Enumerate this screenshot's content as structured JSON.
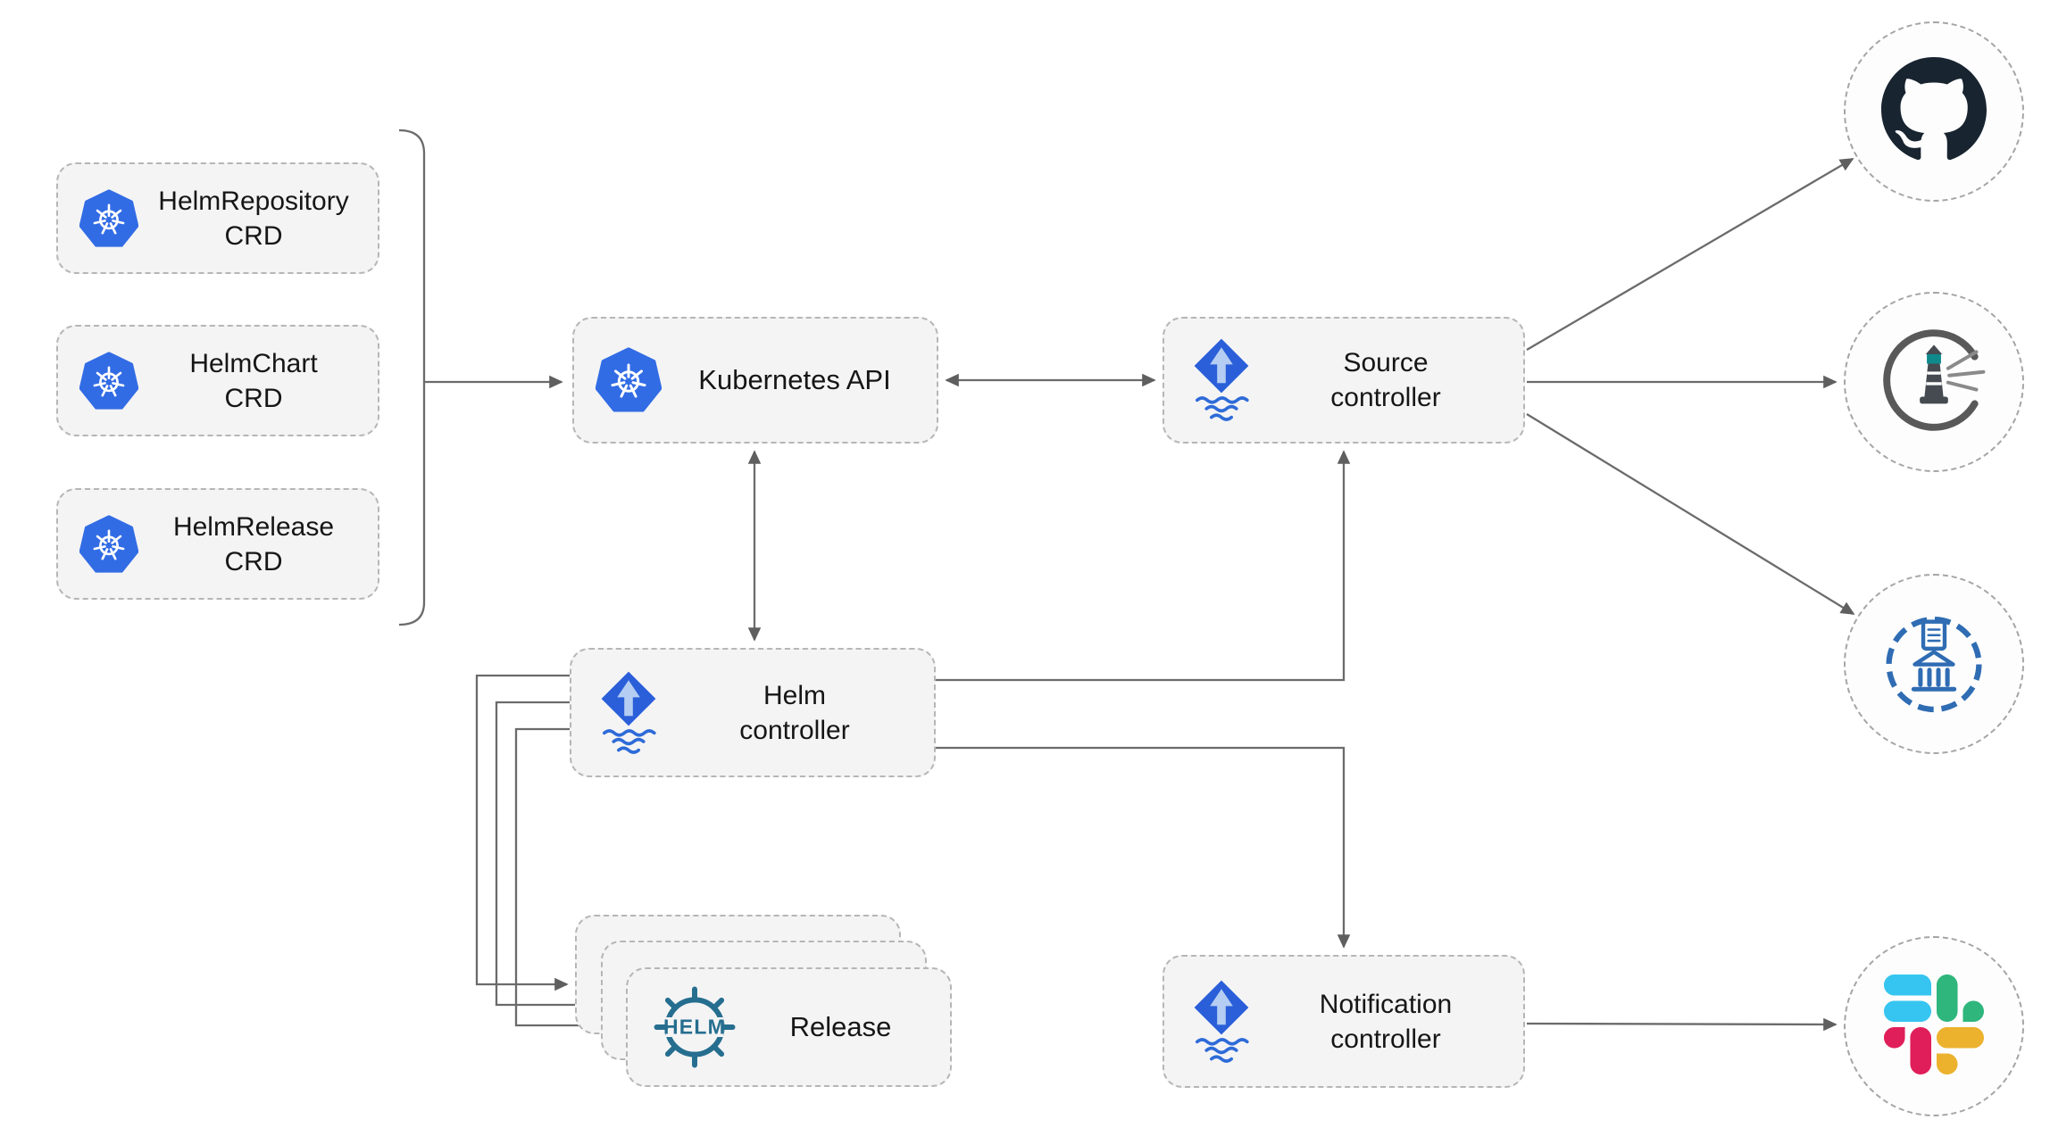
{
  "diagram": {
    "crd_group": {
      "items": [
        {
          "id": "helm-repository-crd",
          "lines": [
            "HelmRepository",
            "CRD"
          ],
          "icon": "kubernetes-icon"
        },
        {
          "id": "helm-chart-crd",
          "lines": [
            "HelmChart",
            "CRD"
          ],
          "icon": "kubernetes-icon"
        },
        {
          "id": "helm-release-crd",
          "lines": [
            "HelmRelease",
            "CRD"
          ],
          "icon": "kubernetes-icon"
        }
      ]
    },
    "nodes": {
      "kubernetes_api": {
        "label": "Kubernetes API",
        "icon": "kubernetes-icon"
      },
      "source_controller": {
        "lines": [
          "Source",
          "controller"
        ],
        "icon": "flux-icon"
      },
      "helm_controller": {
        "lines": [
          "Helm",
          "controller"
        ],
        "icon": "flux-icon"
      },
      "notification_controller": {
        "lines": [
          "Notification",
          "controller"
        ],
        "icon": "flux-icon"
      },
      "release": {
        "label": "Release",
        "icon": "helm-icon",
        "stacked_copies": 3
      }
    },
    "helm_logo_text": "HELM",
    "endpoints": [
      {
        "id": "github",
        "icon": "github-icon"
      },
      {
        "id": "harbor",
        "icon": "harbor-icon"
      },
      {
        "id": "chartmuseum",
        "icon": "chartmuseum-icon"
      },
      {
        "id": "slack",
        "icon": "slack-icon"
      }
    ],
    "edges": [
      {
        "from": "crd-group",
        "to": "kubernetes_api",
        "style": "arrow"
      },
      {
        "from": "kubernetes_api",
        "to": "source_controller",
        "style": "double-arrow"
      },
      {
        "from": "kubernetes_api",
        "to": "helm_controller",
        "style": "double-arrow"
      },
      {
        "from": "helm_controller",
        "to": "source_controller",
        "style": "arrow"
      },
      {
        "from": "helm_controller",
        "to": "notification_controller",
        "style": "arrow"
      },
      {
        "from": "helm_controller",
        "to": "release",
        "style": "arrow-x3"
      },
      {
        "from": "source_controller",
        "to": "github",
        "style": "arrow"
      },
      {
        "from": "source_controller",
        "to": "harbor",
        "style": "arrow"
      },
      {
        "from": "source_controller",
        "to": "chartmuseum",
        "style": "arrow"
      },
      {
        "from": "notification_controller",
        "to": "slack",
        "style": "arrow"
      }
    ],
    "colors": {
      "kubernetes_blue": "#326ce5",
      "flux_blue": "#2a5fd9",
      "flux_arrow_light": "#b5cdf2",
      "helm_teal": "#266e8f",
      "github_dark": "#182430",
      "harbor_gray": "#595959",
      "chartmuseum_blue": "#2f6cb3",
      "slack_blue": "#36c5f0",
      "slack_green": "#2eb67d",
      "slack_yellow": "#ecb22e",
      "slack_red": "#e01e5a",
      "box_fill": "#f4f4f5",
      "box_border": "#b6b6b6",
      "arrow_gray": "#6b6b6b"
    }
  }
}
